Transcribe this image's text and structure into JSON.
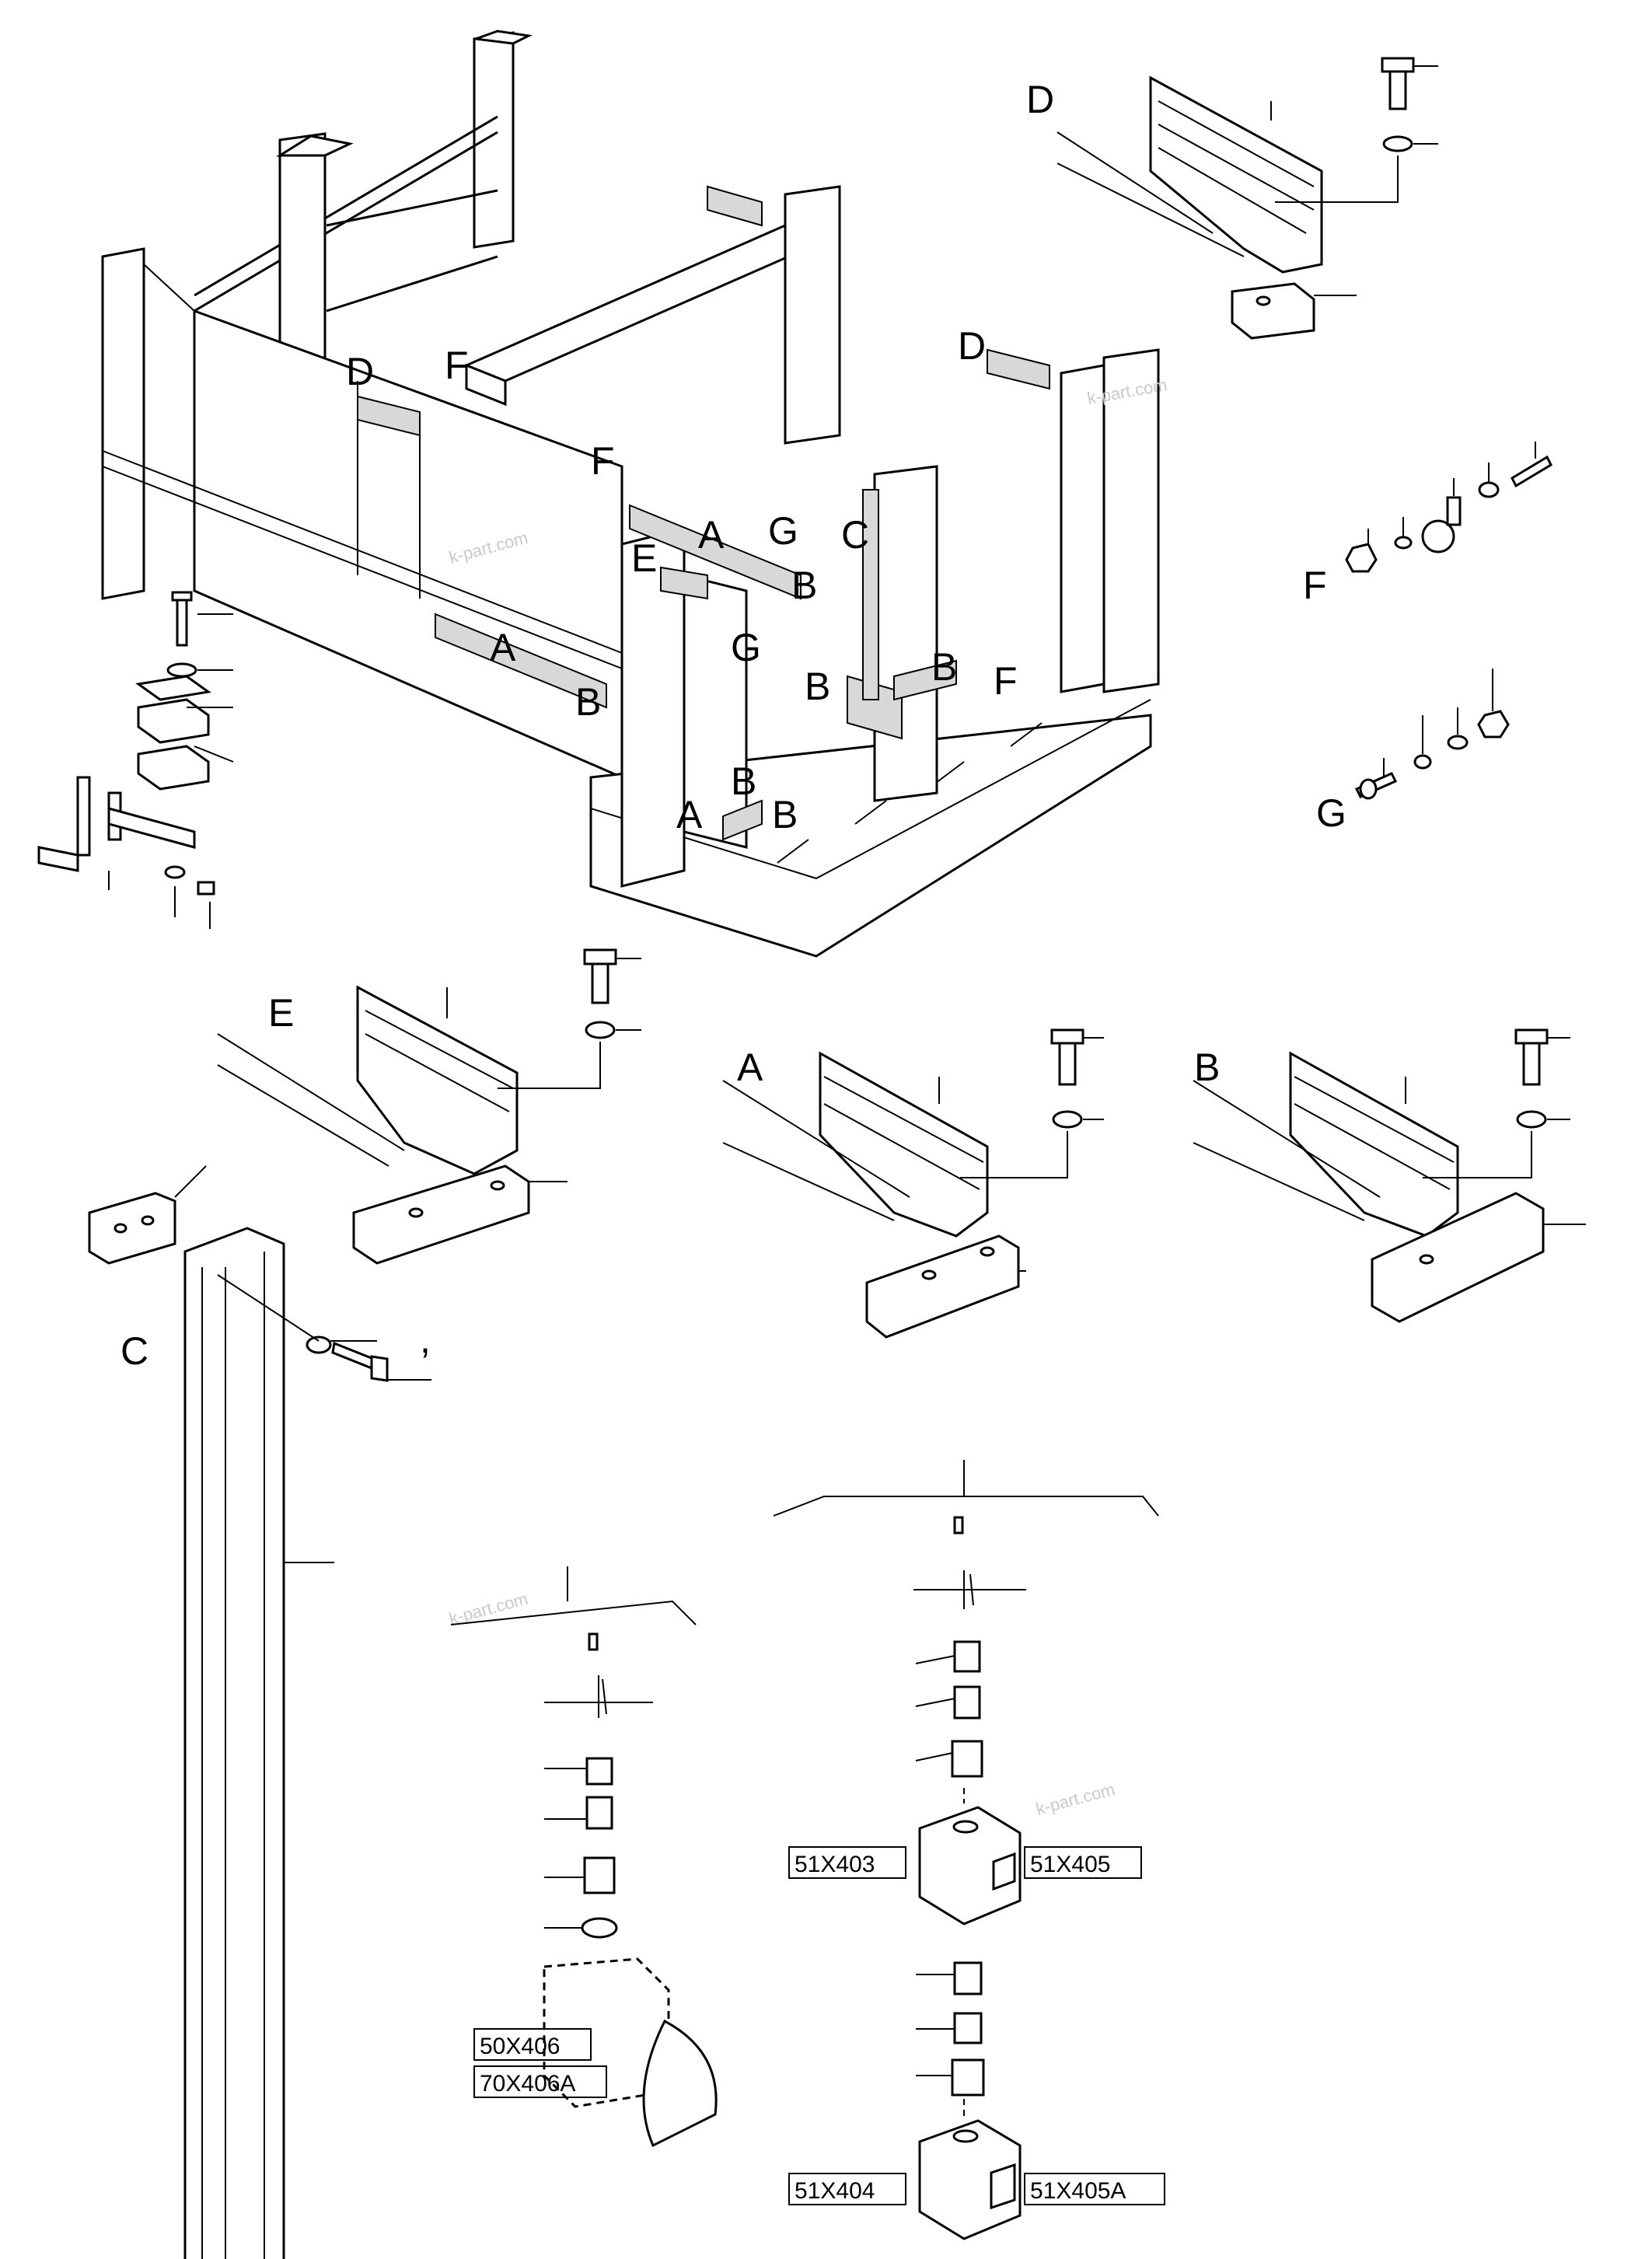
{
  "labels": {
    "main_D_left": "D",
    "main_F_top": "F",
    "main_F_mid": "F",
    "main_A_center": "A",
    "main_G_center": "G",
    "main_C_center": "C",
    "main_E_center": "E",
    "main_B_center": "B",
    "main_G_lower": "G",
    "main_A_left": "A",
    "main_B_left": "B",
    "main_B_inner": "B",
    "main_B_right": "B",
    "main_F_right": "F",
    "main_D_right": "D",
    "main_A_low": "A",
    "main_B_low1": "B",
    "main_B_low2": "B",
    "detail_D": "D",
    "detail_F": "F",
    "detail_G": "G",
    "detail_E": "E",
    "detail_A": "A",
    "detail_B": "B",
    "detail_C": "C",
    "comma": ","
  },
  "connectors": {
    "c1": "51X403",
    "c2": "51X405",
    "c3": "51X404",
    "c4": "51X405A",
    "c5": "50X406",
    "c6": "70X406A"
  },
  "watermark": "k-part.com"
}
